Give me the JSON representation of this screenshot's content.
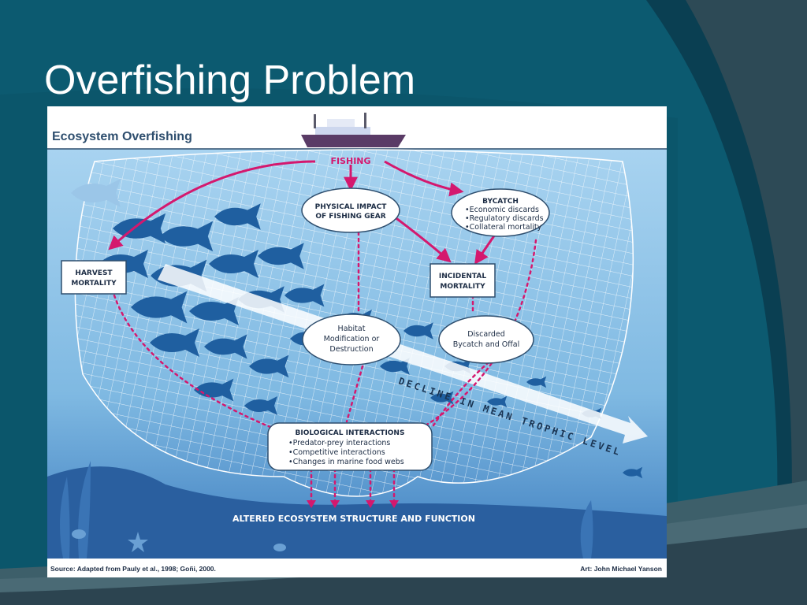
{
  "slide": {
    "title": "Overfishing Problem",
    "colors": {
      "background": "#0c5a70",
      "accent_dark": "#2d4a56",
      "figure_water": "#8ec3e6",
      "arrow_magenta": "#d4186e"
    }
  },
  "figure": {
    "title": "Ecosystem Overfishing",
    "fishing_label": "FISHING",
    "physical_impact": [
      "PHYSICAL IMPACT",
      "OF FISHING GEAR"
    ],
    "bycatch": {
      "title": "BYCATCH",
      "items": [
        "•Economic discards",
        "•Regulatory discards",
        "•Collateral mortality"
      ]
    },
    "harvest_mortality": [
      "HARVEST",
      "MORTALITY"
    ],
    "incidental_mortality": [
      "INCIDENTAL",
      "MORTALITY"
    ],
    "habitat": [
      "Habitat",
      "Modification or",
      "Destruction"
    ],
    "discarded": [
      "Discarded",
      "Bycatch and Offal"
    ],
    "biological_interactions": {
      "title": "BIOLOGICAL INTERACTIONS",
      "items": [
        "•Predator-prey interactions",
        "•Competitive interactions",
        "•Changes in marine food webs"
      ]
    },
    "trophic_label": "DECLINE IN MEAN TROPHIC LEVEL",
    "altered_label": "ALTERED ECOSYSTEM STRUCTURE AND FUNCTION",
    "source": "Source: Adapted from Pauly et al., 1998; Goñi, 2000.",
    "art_credit": "Art: John Michael Yanson",
    "icons": [
      "fishing-boat-icon",
      "fish-icon",
      "crab-icon",
      "starfish-icon",
      "seaweed-icon"
    ]
  }
}
